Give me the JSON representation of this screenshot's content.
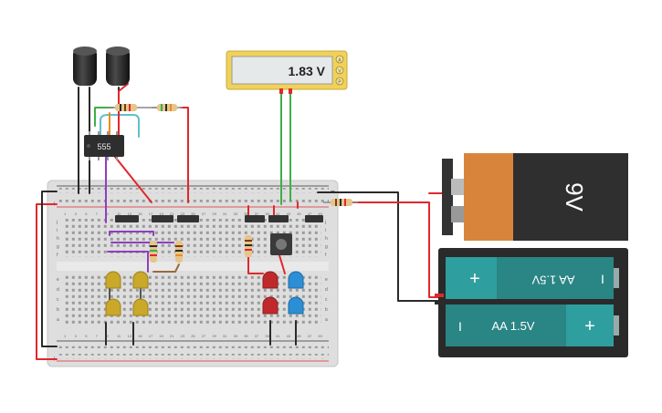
{
  "multimeter": {
    "reading": "1.83 V",
    "terminals": [
      "A",
      "V",
      "P"
    ]
  },
  "ic": {
    "label": "555"
  },
  "battery_9v": {
    "label": "9V"
  },
  "battery_pack": {
    "cell_top_label": "AA 1.5V",
    "cell_bottom_label": "AA 1.5V",
    "plus_symbol": "+",
    "minus_symbol": "I"
  },
  "breadboard": {
    "rail_plus": "+",
    "rail_minus": "−",
    "col_numbers": [
      "1",
      "3",
      "5",
      "7",
      "9",
      "11",
      "13",
      "15",
      "17",
      "19",
      "21",
      "23",
      "25",
      "27",
      "29",
      "31",
      "33",
      "35",
      "37",
      "39",
      "41",
      "43",
      "45",
      "47",
      "49"
    ],
    "row_letters_top": [
      "j",
      "i",
      "h",
      "g",
      "f"
    ],
    "row_letters_bottom": [
      "e",
      "d",
      "c",
      "b",
      "a"
    ]
  },
  "colors": {
    "wire_red": "#e0282d",
    "wire_black": "#2a2a2a",
    "wire_green": "#3fae49",
    "wire_purple": "#8f3fbf",
    "wire_teal": "#5fbfcf",
    "wire_orange": "#f08b1f",
    "wire_brown": "#9b6a3c",
    "board": "#dcdcdc",
    "led_yellow": "#c9a82a",
    "led_red": "#c0292b",
    "led_blue": "#2c8fd6",
    "battery_teal": "#2f9e9e",
    "battery_9v_orange": "#d8853b"
  }
}
